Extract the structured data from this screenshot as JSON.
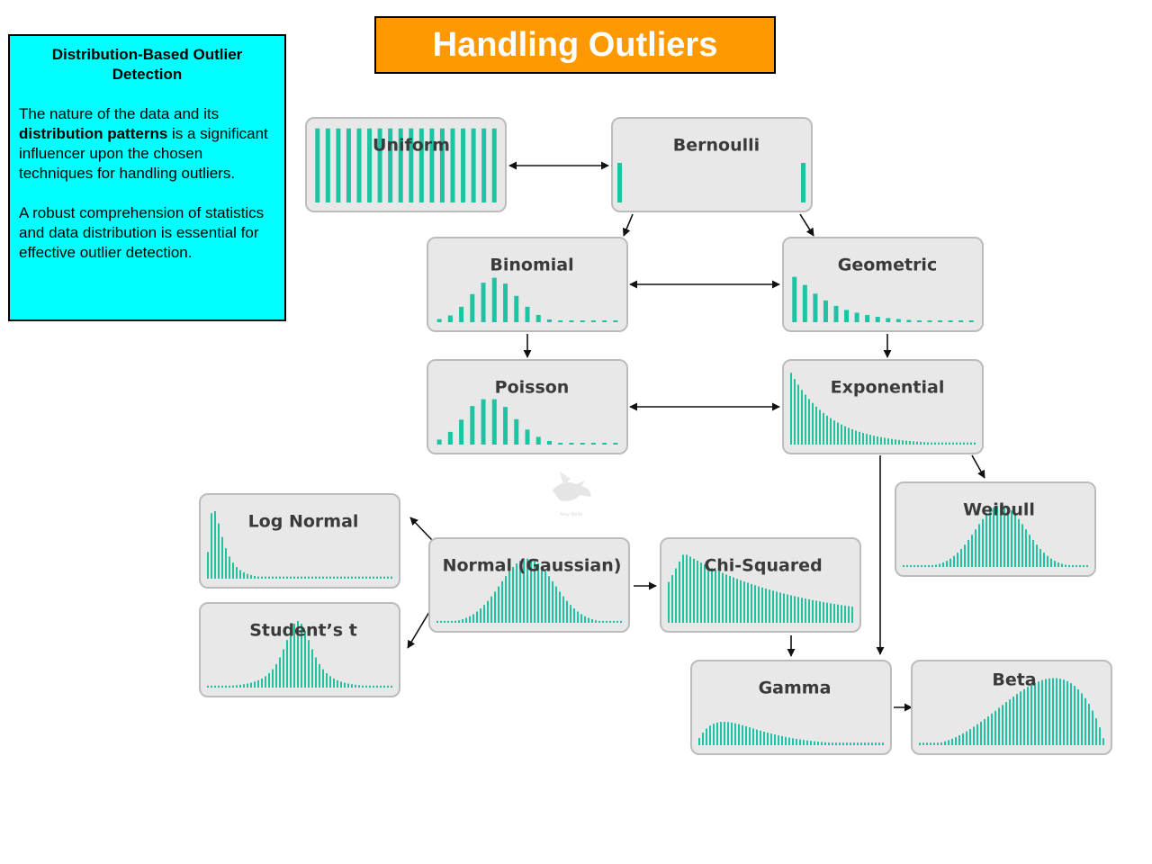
{
  "title": "Handling Outliers",
  "info": {
    "heading": "Distribution-Based Outlier Detection",
    "p1_before": "The nature of the data and its ",
    "p1_bold": "distribution patterns",
    "p1_after": " is a significant influencer upon the chosen techniques for handling outliers.",
    "p2": "A robust comprehension of statistics and data distribution is essential for effective outlier detection."
  },
  "colors": {
    "bar": "#1fc3a3",
    "card_bg": "#e8e8e8",
    "card_border": "#bcbcbc",
    "title_bg": "#ff9900",
    "info_bg": "#00ffff"
  },
  "distributions": [
    {
      "id": "uniform",
      "label": "Uniform",
      "shape": "uniform"
    },
    {
      "id": "bernoulli",
      "label": "Bernoulli",
      "shape": "bernoulli"
    },
    {
      "id": "binomial",
      "label": "Binomial",
      "shape": "binomial"
    },
    {
      "id": "geometric",
      "label": "Geometric",
      "shape": "geometric"
    },
    {
      "id": "poisson",
      "label": "Poisson",
      "shape": "poisson"
    },
    {
      "id": "exponential",
      "label": "Exponential",
      "shape": "exponential"
    },
    {
      "id": "weibull",
      "label": "Weibull",
      "shape": "weibull"
    },
    {
      "id": "log-normal",
      "label": "Log Normal",
      "shape": "lognormal"
    },
    {
      "id": "normal",
      "label": "Normal (Gaussian)",
      "shape": "normal"
    },
    {
      "id": "chi-squared",
      "label": "Chi-Squared",
      "shape": "chisquared"
    },
    {
      "id": "students-t",
      "label": "Student’s t",
      "shape": "studentt"
    },
    {
      "id": "gamma",
      "label": "Gamma",
      "shape": "gamma"
    },
    {
      "id": "beta",
      "label": "Beta",
      "shape": "beta"
    }
  ],
  "relations": [
    {
      "from": "uniform",
      "to": "bernoulli",
      "bidirectional": true
    },
    {
      "from": "bernoulli",
      "to": "binomial",
      "bidirectional": false
    },
    {
      "from": "bernoulli",
      "to": "geometric",
      "bidirectional": false
    },
    {
      "from": "binomial",
      "to": "geometric",
      "bidirectional": true
    },
    {
      "from": "binomial",
      "to": "poisson",
      "bidirectional": false
    },
    {
      "from": "geometric",
      "to": "exponential",
      "bidirectional": false
    },
    {
      "from": "poisson",
      "to": "exponential",
      "bidirectional": true
    },
    {
      "from": "exponential",
      "to": "weibull",
      "bidirectional": false
    },
    {
      "from": "exponential",
      "to": "gamma",
      "bidirectional": false
    },
    {
      "from": "normal",
      "to": "log-normal",
      "bidirectional": false
    },
    {
      "from": "normal",
      "to": "students-t",
      "bidirectional": false
    },
    {
      "from": "normal",
      "to": "chi-squared",
      "bidirectional": false
    },
    {
      "from": "chi-squared",
      "to": "gamma",
      "bidirectional": false
    },
    {
      "from": "gamma",
      "to": "beta",
      "bidirectional": false
    }
  ]
}
